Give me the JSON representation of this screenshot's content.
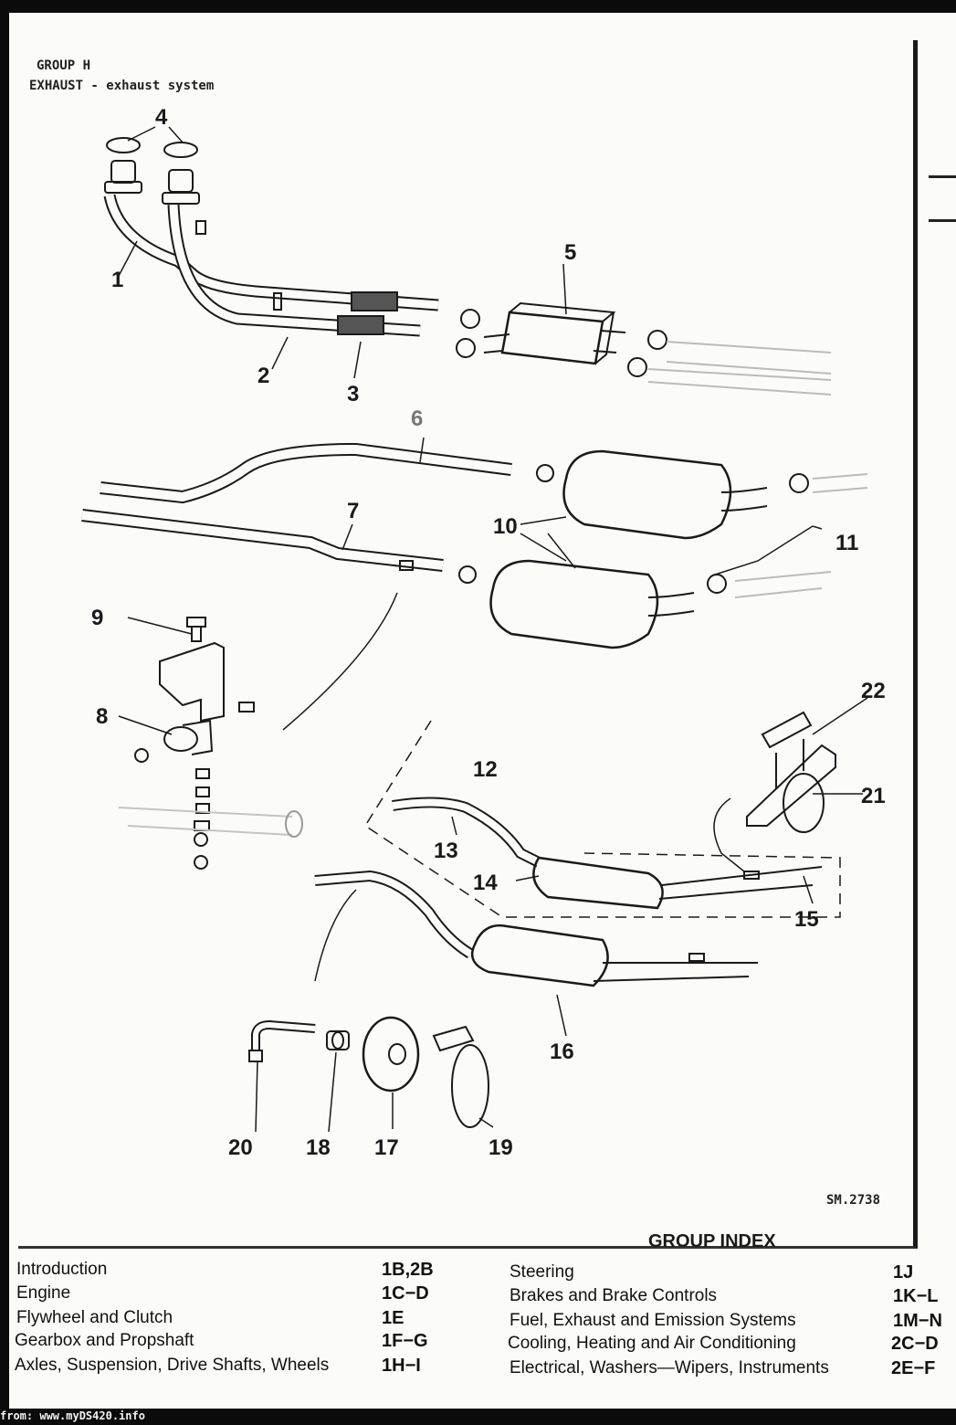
{
  "header": {
    "group": "GROUP H",
    "subtitle": "EXHAUST - exhaust system"
  },
  "plate_ref": "SM.2738",
  "callouts": [
    "1",
    "2",
    "3",
    "4",
    "5",
    "6",
    "7",
    "8",
    "9",
    "10",
    "11",
    "12",
    "13",
    "14",
    "15",
    "16",
    "17",
    "18",
    "19",
    "20",
    "21",
    "22"
  ],
  "group_index": {
    "title": "GROUP INDEX",
    "left": [
      {
        "label": "Introduction",
        "code": "1B,2B"
      },
      {
        "label": "Engine",
        "code": "1C−D"
      },
      {
        "label": "Flywheel and Clutch",
        "code": "1E"
      },
      {
        "label": "Gearbox and Propshaft",
        "code": "1F−G"
      },
      {
        "label": "Axles, Suspension, Drive Shafts, Wheels",
        "code": "1H−I"
      }
    ],
    "right": [
      {
        "label": "Steering",
        "code": "1J"
      },
      {
        "label": "Brakes and Brake Controls",
        "code": "1K−L"
      },
      {
        "label": "Fuel, Exhaust and Emission Systems",
        "code": "1M−N"
      },
      {
        "label": "Cooling, Heating and Air Conditioning",
        "code": "2C−D"
      },
      {
        "label": "Electrical, Washers—Wipers, Instruments",
        "code": "2E−F"
      }
    ]
  },
  "footer": "from: www.myDS420.info"
}
